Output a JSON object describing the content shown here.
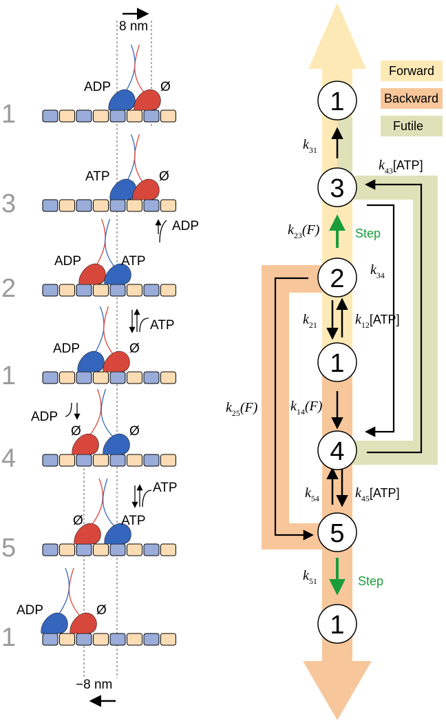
{
  "colors": {
    "forward": "#fde9b6",
    "backward": "#f7c79b",
    "futile": "#dfe1b8",
    "track_blue": "#9aacd9",
    "track_tan": "#fbdcb4",
    "head_blue": "#3566bd",
    "head_red": "#d8473c",
    "step_green": "#1a9c3a"
  },
  "left_panel": {
    "top_distance": "8 nm",
    "bottom_distance": "−8 nm",
    "rows": [
      {
        "state": "1",
        "left_label": "ADP",
        "right_label": "Ø"
      },
      {
        "state": "3",
        "left_label": "ATP",
        "right_label": "Ø"
      },
      {
        "state": "2",
        "left_label": "ADP",
        "right_label": "ATP"
      },
      {
        "state": "1",
        "left_label": "ADP",
        "right_label": "Ø"
      },
      {
        "state": "4",
        "left_label": "Ø",
        "right_label": "Ø"
      },
      {
        "state": "5",
        "left_label": "Ø",
        "right_label": "ATP"
      },
      {
        "state": "1",
        "left_label": "ADP",
        "right_label": "Ø"
      }
    ],
    "transitions": {
      "release_adp_1": "ADP",
      "bind_atp_1": "ATP",
      "release_adp_2": "ADP",
      "bind_atp_2": "ATP"
    }
  },
  "right_panel": {
    "legend": [
      "Forward",
      "Backward",
      "Futile"
    ],
    "nodes": {
      "top": "1",
      "n3": "3",
      "n2": "2",
      "n1": "1",
      "n4": "4",
      "n5": "5",
      "bottom": "1"
    },
    "rates": {
      "k31": {
        "k": "k",
        "sub": "31",
        "tail": ""
      },
      "k43": {
        "k": "k",
        "sub": "43",
        "tail": "[ATP]"
      },
      "k23": {
        "k": "k",
        "sub": "23",
        "tail": "(F)"
      },
      "k34": {
        "k": "k",
        "sub": "34",
        "tail": ""
      },
      "k21": {
        "k": "k",
        "sub": "21",
        "tail": ""
      },
      "k12": {
        "k": "k",
        "sub": "12",
        "tail": "[ATP]"
      },
      "k25": {
        "k": "k",
        "sub": "25",
        "tail": "(F)"
      },
      "k14": {
        "k": "k",
        "sub": "14",
        "tail": "(F)"
      },
      "k54": {
        "k": "k",
        "sub": "54",
        "tail": ""
      },
      "k45": {
        "k": "k",
        "sub": "45",
        "tail": "[ATP]"
      },
      "k51": {
        "k": "k",
        "sub": "51",
        "tail": ""
      }
    },
    "step_label": "Step"
  }
}
